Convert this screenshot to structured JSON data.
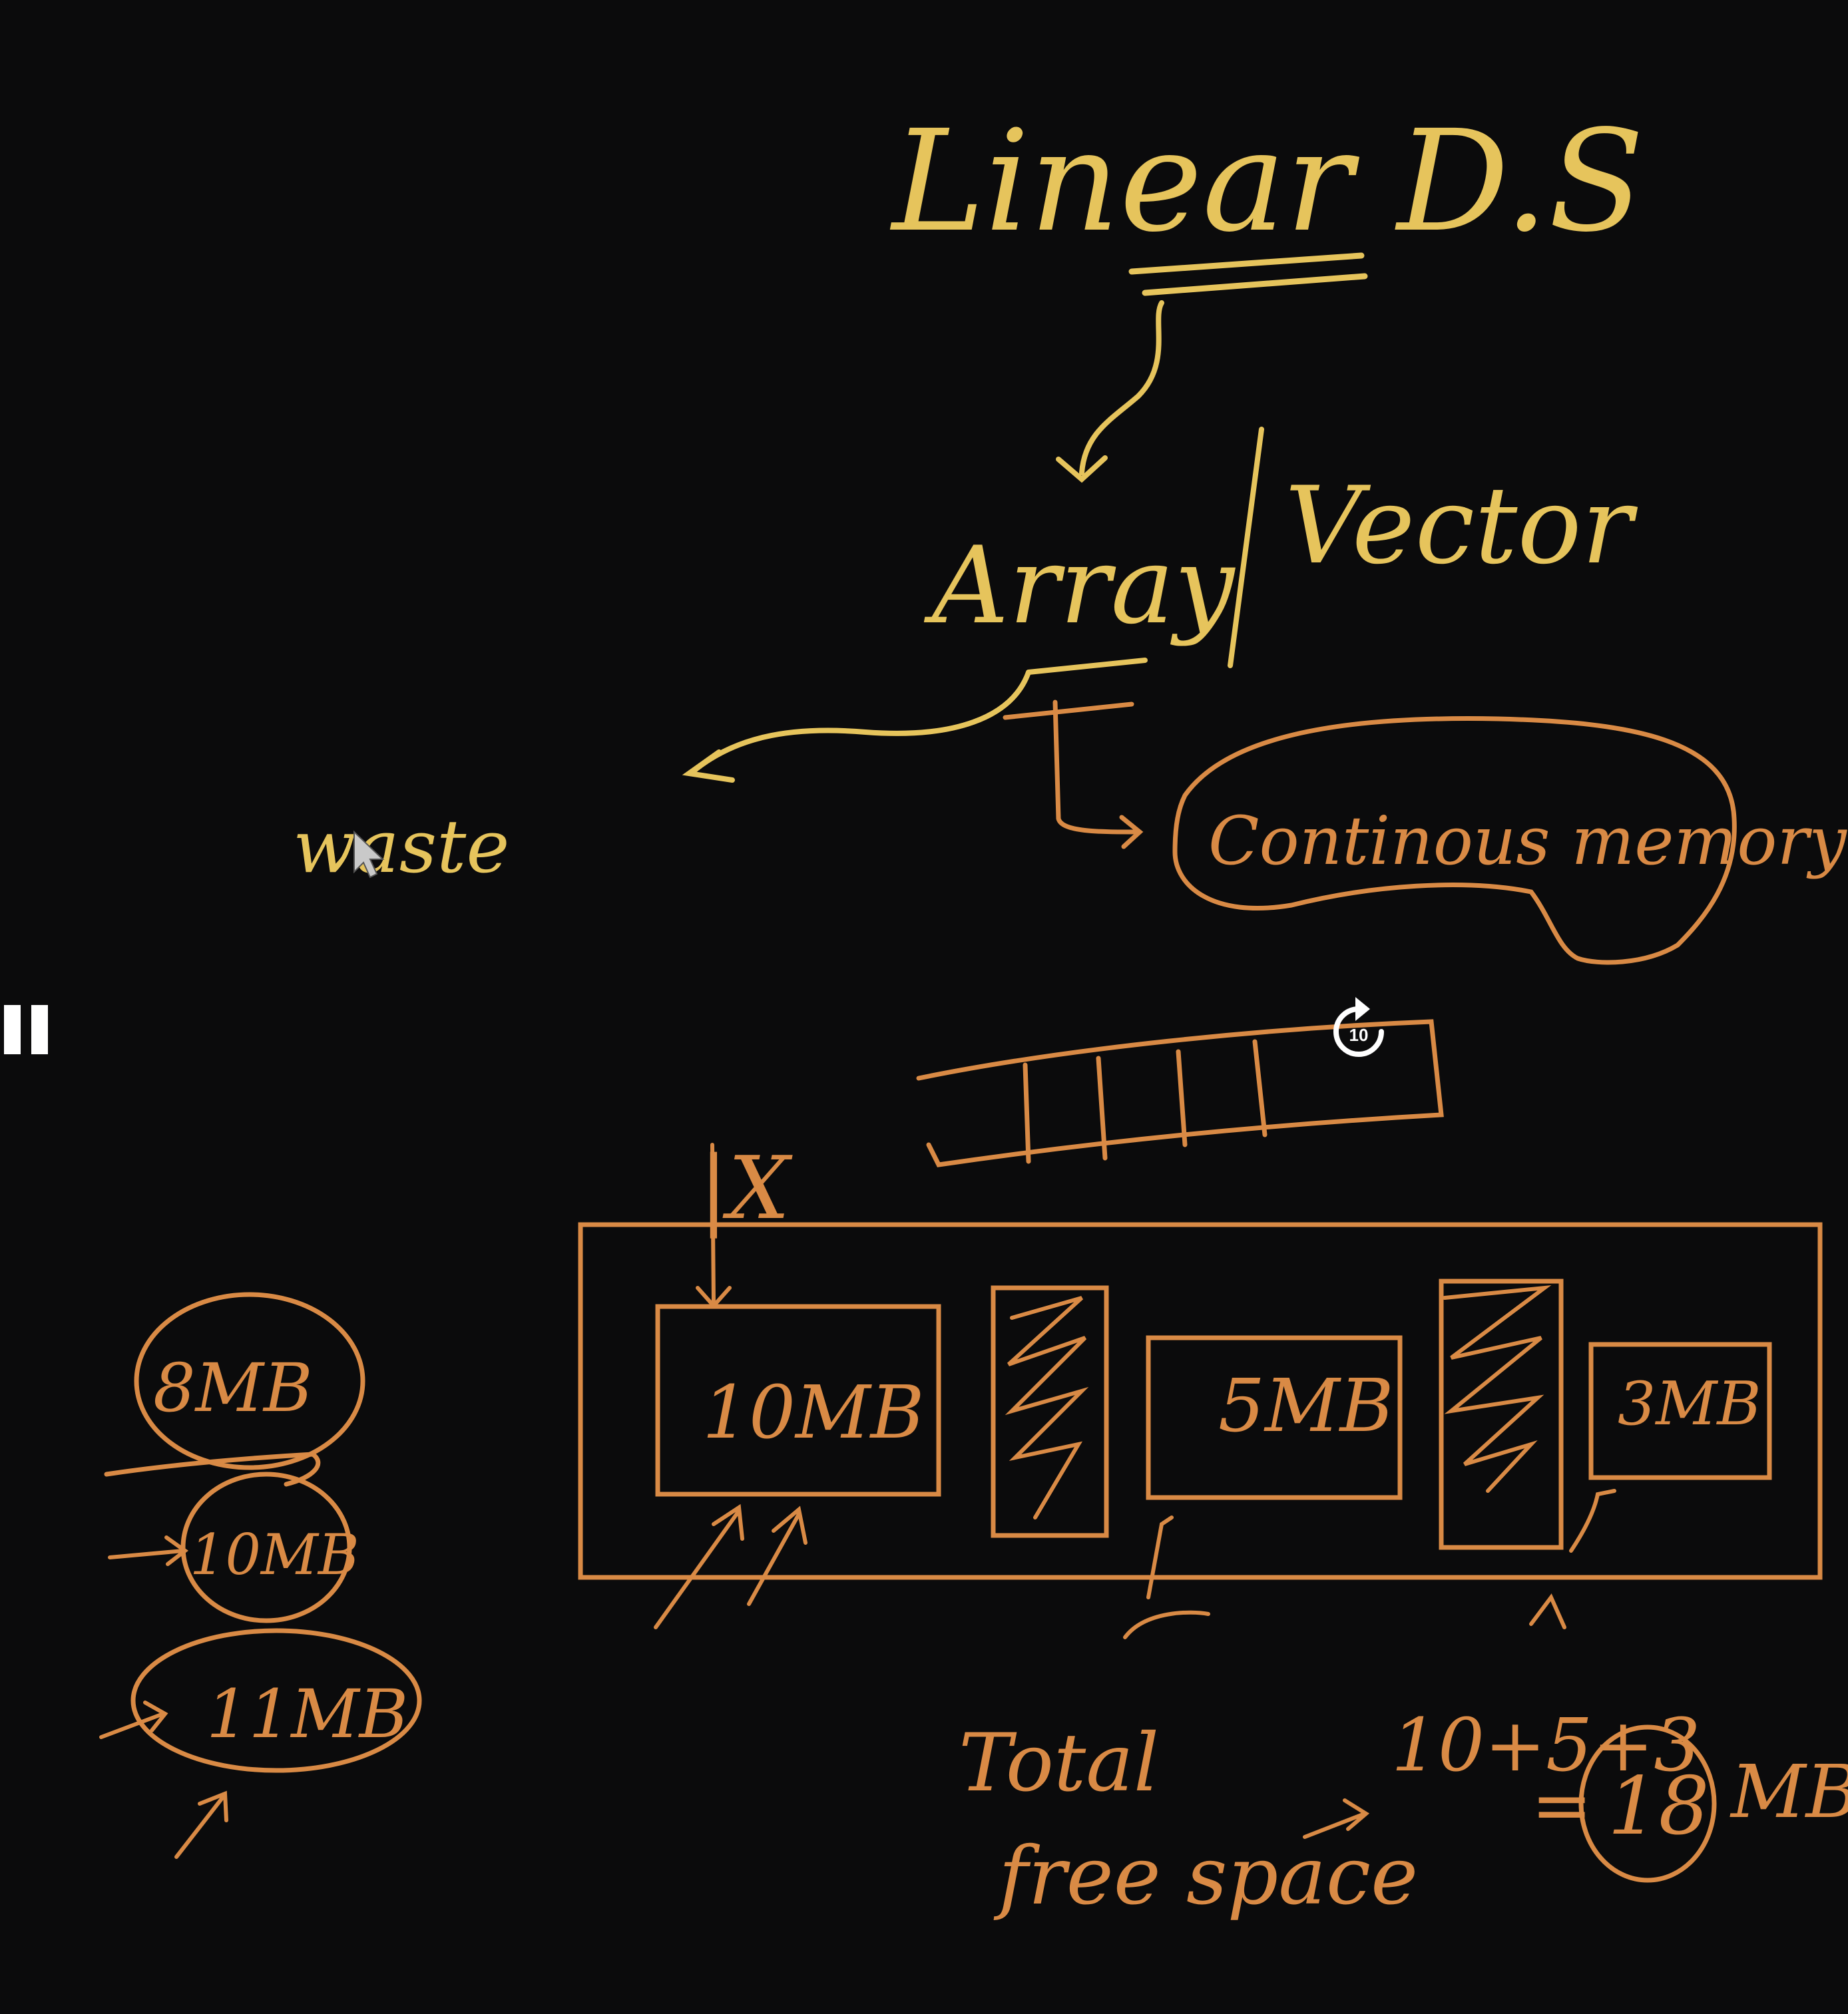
{
  "colors": {
    "background": "#0b0b0c",
    "ink_yellow": "#e6c45c",
    "ink_orange": "#d98a45",
    "cursor": "#c9c9c9",
    "control": "#ffffff"
  },
  "notes": {
    "title": "Linear D.S",
    "array": "Array",
    "vector": "Vector",
    "waste": "waste",
    "continous_memory": "Continous memory"
  },
  "memory": {
    "marker": "|X",
    "blocks": [
      "10MB",
      "5MB",
      "3MB"
    ]
  },
  "side_list": [
    "8MB",
    "10MB",
    "11MB"
  ],
  "total": {
    "line1": "Total",
    "line2": "free space",
    "sum": "10+5+3",
    "equals": "=",
    "value": "18",
    "unit": "MB"
  },
  "controls": {
    "pause_icon": "pause-icon",
    "replay_icon": "replay-10-icon",
    "replay_seconds": "10"
  }
}
